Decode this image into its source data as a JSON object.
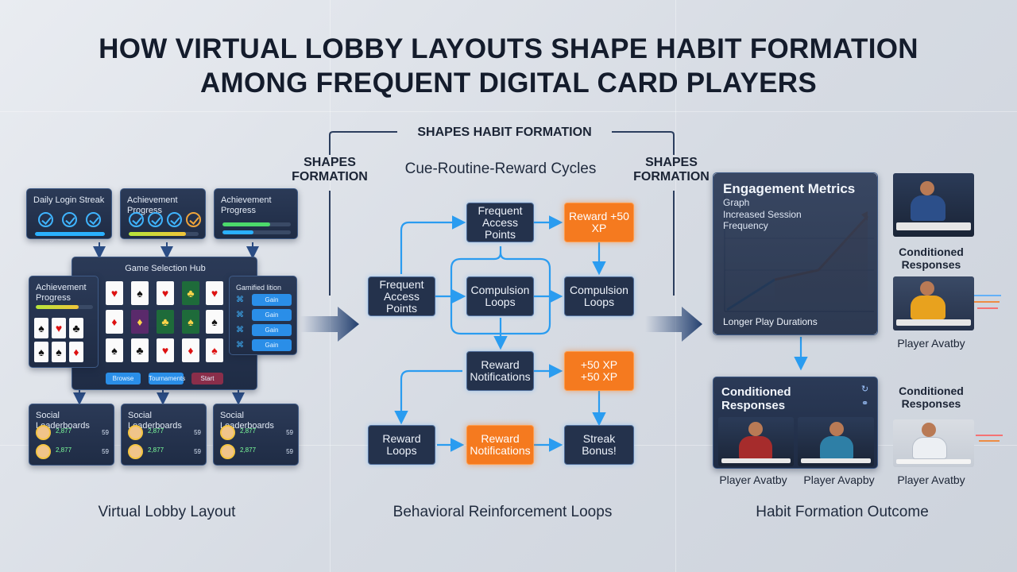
{
  "title_line1": "HOW VIRTUAL LOBBY LAYOUTS SHAPE HABIT FORMATION",
  "title_line2": "AMONG FREQUENT DIGITAL CARD PLAYERS",
  "bracket_label": "SHAPES HABIT FORMATION",
  "shapes_left": "SHAPES\nFORMATION",
  "shapes_right": "SHAPES\nFORMATION",
  "cycles_label": "Cue-Routine-Reward Cycles",
  "lobby": {
    "caption": "Virtual Lobby Layout",
    "daily_streak": "Daily Login Streak",
    "achievement_progress_1": "Achievement Progress",
    "achievement_progress_2": "Achievement Progress",
    "hub_title": "Game Selection Hub",
    "hub_left_title": "Achievement Progress",
    "hub_right_title": "Gamified lition",
    "hub_right_items": [
      "Gain",
      "Gain",
      "Gain",
      "Gain"
    ],
    "hub_buttons": [
      "Browse",
      "Tournaments",
      "Start"
    ],
    "leaderboards": [
      {
        "title": "Social Leaderboards",
        "rows": [
          {
            "name": "2,877",
            "score": "59"
          },
          {
            "name": "2,877",
            "score": "59"
          }
        ]
      },
      {
        "title": "Social Leaderboards",
        "rows": [
          {
            "name": "2,877",
            "score": "59"
          },
          {
            "name": "2,877",
            "score": "59"
          }
        ]
      },
      {
        "title": "Social Leaderboards",
        "rows": [
          {
            "name": "2,877",
            "score": "59"
          },
          {
            "name": "2,877",
            "score": "59"
          }
        ]
      }
    ]
  },
  "loops": {
    "caption": "Behavioral Reinforcement Loops",
    "n_frequent_top": "Frequent Access Points",
    "n_reward_top": "Reward +50 XP",
    "n_frequent_left": "Frequent Access Points",
    "n_compulsion_mid": "Compulsion Loops",
    "n_compulsion_right": "Compulsion Loops",
    "n_reward_notif_mid": "Reward Notifications",
    "n_xp_right": "+50 XP\n+50 XP",
    "n_reward_loops": "Reward Loops",
    "n_reward_notif_bottom": "Reward Notifications",
    "n_streak": "Streak Bonus!"
  },
  "outcome": {
    "caption": "Habit Formation Outcome",
    "metrics_title": "Engagement Metrics",
    "metrics_sub1": "Graph",
    "metrics_sub2": "Increased Session\nFrequency",
    "metrics_footer": "Longer Play Durations",
    "conditioned_box_title": "Conditioned\nResponses",
    "side_label_top": "Conditioned\nResponses",
    "side_label_mid": "Player Avatby",
    "side_label_bottom_title": "Conditioned\nResponses",
    "side_label_bottom": "Player Avatby",
    "box_avatar_1": "Player Avatby",
    "box_avatar_2": "Player Avapby"
  },
  "colors": {
    "accent_blue": "#2a9cf0",
    "accent_orange": "#f57a1f",
    "panel_navy": "#24324c"
  }
}
